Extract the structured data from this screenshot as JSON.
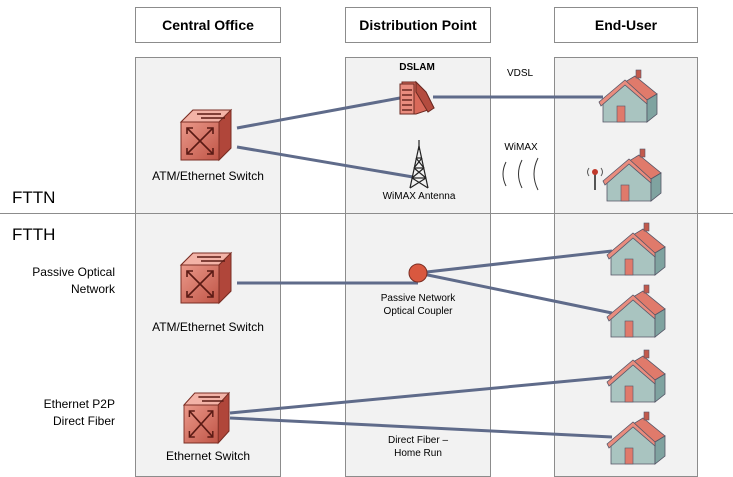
{
  "columns": {
    "central_office": "Central Office",
    "distribution_point": "Distribution Point",
    "end_user": "End-User"
  },
  "sections": {
    "fttn": "FTTN",
    "ftth": "FTTH"
  },
  "fttn": {
    "switch_label": "ATM/Ethernet Switch",
    "dslam_label": "DSLAM",
    "vdsl_label": "VDSL",
    "wimax_label": "WiMAX",
    "antenna_label": "WiMAX Antenna"
  },
  "ftth": {
    "pon_label_line1": "Passive Optical",
    "pon_label_line2": "Network",
    "switch_label": "ATM/Ethernet Switch",
    "coupler_line1": "Passive Network",
    "coupler_line2": "Optical Coupler",
    "p2p_label_line1": "Ethernet P2P",
    "p2p_label_line2": "Direct Fiber",
    "eth_switch_label": "Ethernet Switch",
    "direct_fiber_line1": "Direct Fiber –",
    "direct_fiber_line2": "Home Run"
  },
  "colors": {
    "link": "#5f6b8a",
    "switch": "#d9695a",
    "house_roof": "#e07a6b",
    "house_wall": "#a9c4c0",
    "coupler": "#d9583f"
  }
}
